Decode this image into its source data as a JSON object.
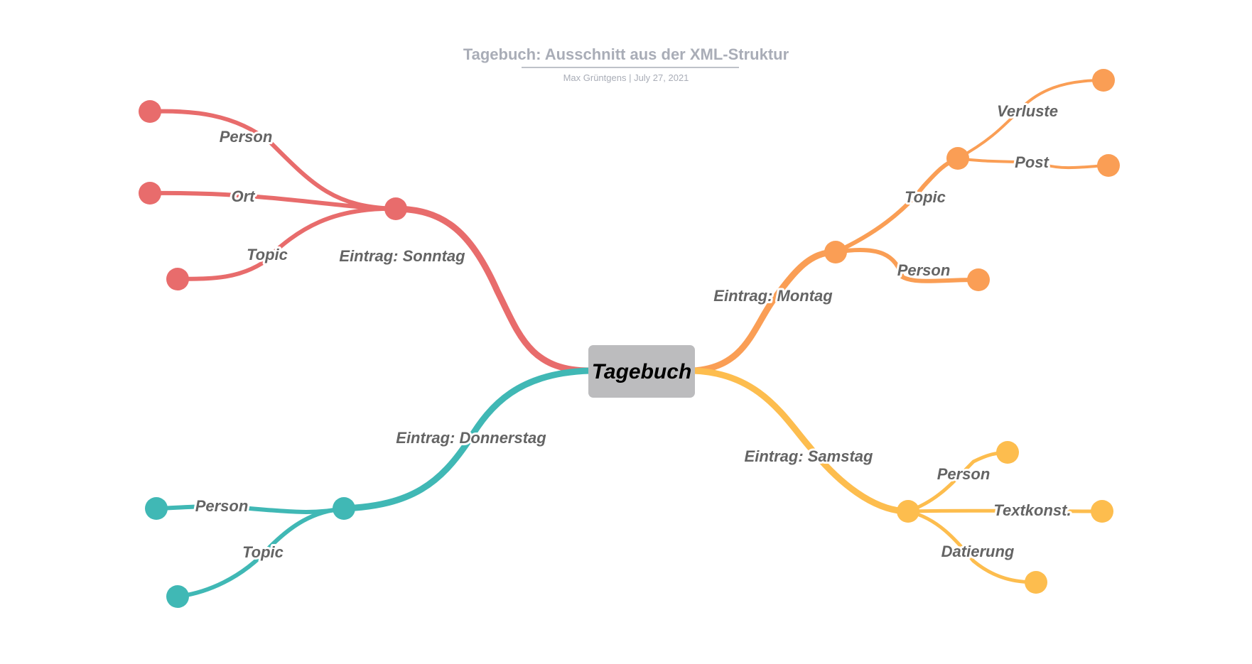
{
  "title": "Tagebuch: Ausschnitt aus der XML-Struktur",
  "subtitle": "Max Grüntgens  |  July 27, 2021",
  "center": {
    "label": "Tagebuch",
    "color": "#bcbcbe"
  },
  "branches": [
    {
      "id": "sonntag",
      "label": "Eintrag: Sonntag",
      "color": "#e86c6c",
      "children": [
        {
          "label": "Person"
        },
        {
          "label": "Ort"
        },
        {
          "label": "Topic"
        }
      ]
    },
    {
      "id": "montag",
      "label": "Eintrag: Montag",
      "color": "#fa9e55",
      "children": [
        {
          "label": "Topic",
          "children": [
            {
              "label": "Verluste"
            },
            {
              "label": "Post"
            }
          ]
        },
        {
          "label": "Person"
        }
      ]
    },
    {
      "id": "samstag",
      "label": "Eintrag: Samstag",
      "color": "#fdbd4e",
      "children": [
        {
          "label": "Person"
        },
        {
          "label": "Textkonst."
        },
        {
          "label": "Datierung"
        }
      ]
    },
    {
      "id": "donnerstag",
      "label": "Eintrag: Donnerstag",
      "color": "#40b8b5",
      "children": [
        {
          "label": "Person"
        },
        {
          "label": "Topic"
        }
      ]
    }
  ]
}
